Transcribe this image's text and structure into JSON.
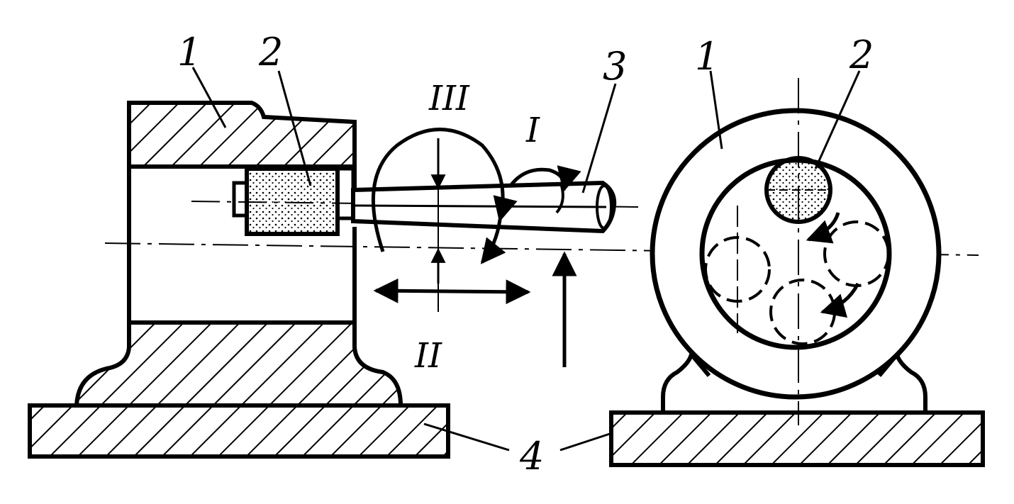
{
  "labels": {
    "left_housing": "1",
    "left_grinding_head": "2",
    "right_housing": "1",
    "right_grinding_head": "2",
    "rod": "3",
    "base": "4"
  },
  "motions": {
    "rotation_I": "I",
    "reciprocation_II": "II",
    "swing_III": "III"
  },
  "colors": {
    "ink": "#000000",
    "paper": "#ffffff"
  }
}
